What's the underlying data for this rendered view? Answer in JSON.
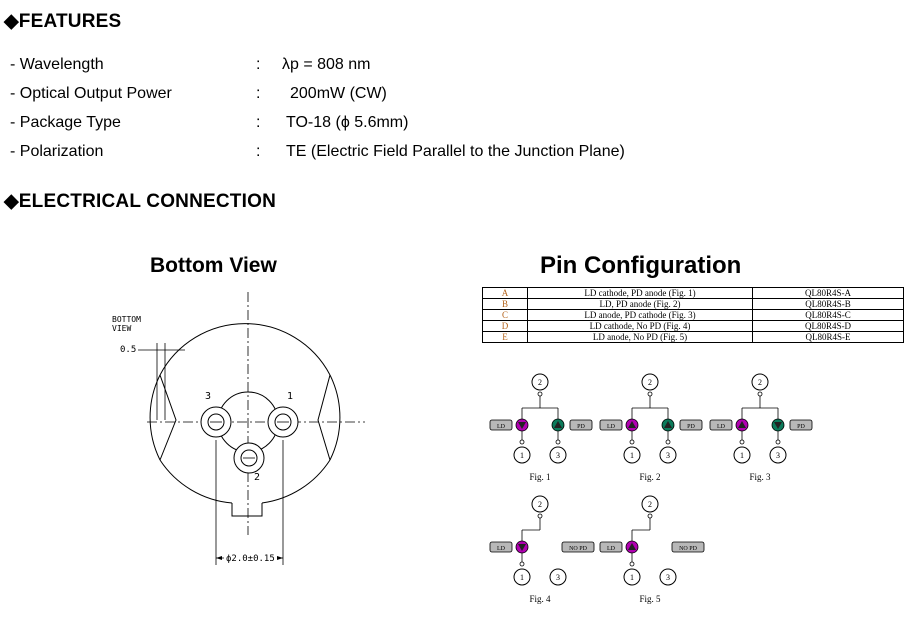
{
  "features": {
    "heading": "◆FEATURES",
    "rows": [
      {
        "label": "- Wavelength",
        "sep": ":",
        "value": "λp = 808 nm"
      },
      {
        "label": "- Optical Output Power",
        "sep": ":",
        "value": "200mW (CW)"
      },
      {
        "label": "- Package Type",
        "sep": ":",
        "value": "TO-18 (ϕ 5.6mm)"
      },
      {
        "label": "- Polarization",
        "sep": ":",
        "value": "TE (Electric Field Parallel to the Junction Plane)"
      }
    ]
  },
  "electrical": {
    "heading": "◆ELECTRICAL CONNECTION"
  },
  "bottom_view": {
    "title": "Bottom View",
    "label_line1": "BOTTOM",
    "label_line2": "VIEW",
    "dim_05": "0.5",
    "pin_labels": [
      "3",
      "1",
      "2"
    ],
    "dim_pitch": "ϕ2.0±0.15"
  },
  "pin_config": {
    "title": "Pin Configuration",
    "rows": [
      {
        "code": "A",
        "desc": "LD cathode, PD anode  (Fig. 1)",
        "part": "QL80R4S-A"
      },
      {
        "code": "B",
        "desc": "LD, PD anode  (Fig. 2)",
        "part": "QL80R4S-B"
      },
      {
        "code": "C",
        "desc": "LD anode, PD cathode  (Fig. 3)",
        "part": "QL80R4S-C"
      },
      {
        "code": "D",
        "desc": "LD cathode, No  PD (Fig. 4)",
        "part": "QL80R4S-D"
      },
      {
        "code": "E",
        "desc": "LD anode, No  PD (Fig. 5)",
        "part": "QL80R4S-E"
      }
    ],
    "figures": [
      {
        "caption": "Fig. 1",
        "ld": "LD",
        "pd": "PD",
        "top": "2",
        "left": "1",
        "right": "3"
      },
      {
        "caption": "Fig. 2",
        "ld": "LD",
        "pd": "PD",
        "top": "2",
        "left": "1",
        "right": "3"
      },
      {
        "caption": "Fig. 3",
        "ld": "LD",
        "pd": "PD",
        "top": "2",
        "left": "1",
        "right": "3"
      },
      {
        "caption": "Fig. 4",
        "ld": "LD",
        "pd": "NO PD",
        "top": "2",
        "left": "1",
        "right": "3"
      },
      {
        "caption": "Fig. 5",
        "ld": "LD",
        "pd": "NO PD",
        "top": "2",
        "left": "1",
        "right": "3"
      }
    ]
  },
  "colors": {
    "ld_diode": "#b000b0",
    "pd_diode": "#0b7a5a",
    "label_box": "#b8b8b8",
    "code_text": "#b5651d"
  }
}
